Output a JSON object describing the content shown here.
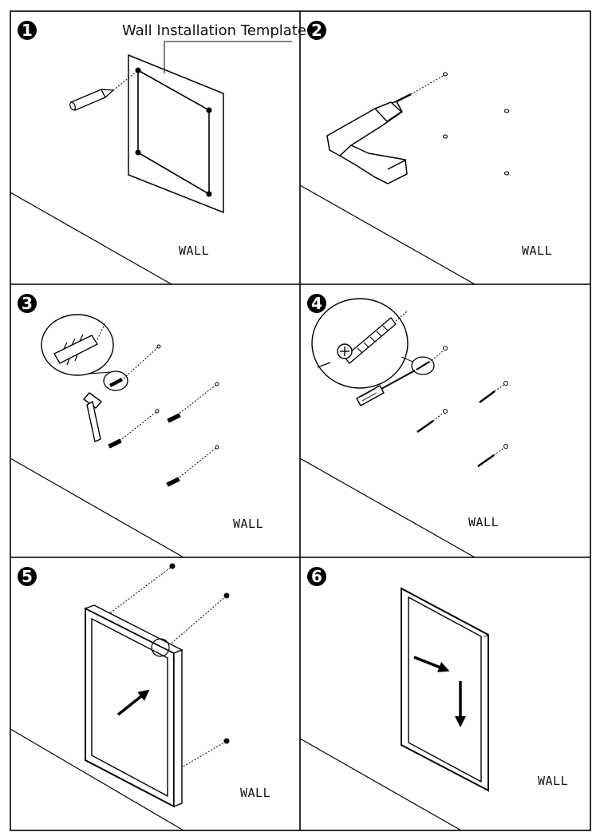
{
  "template_label": "Wall Installation Template",
  "steps": [
    {
      "number": "1",
      "wall_label": "WALL"
    },
    {
      "number": "2",
      "wall_label": "WALL"
    },
    {
      "number": "3",
      "wall_label": "WALL"
    },
    {
      "number": "4",
      "wall_label": "WALL"
    },
    {
      "number": "5",
      "wall_label": "WALL"
    },
    {
      "number": "6",
      "wall_label": "WALL"
    }
  ],
  "icons": [
    "pencil-icon",
    "drill-icon",
    "hammer-icon",
    "screwdriver-icon",
    "mirror-icon",
    "arrow-icon"
  ]
}
